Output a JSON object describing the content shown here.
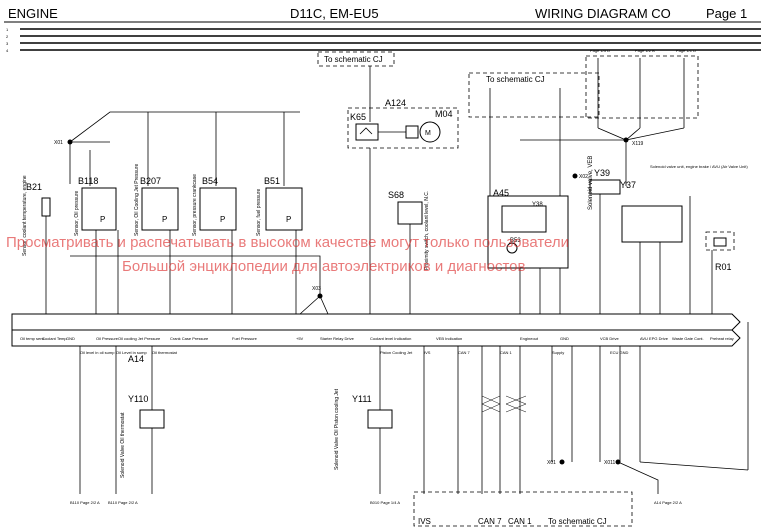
{
  "header": {
    "system": "ENGINE",
    "model": "D11C, EM-EU5",
    "doc": "WIRING DIAGRAM CO",
    "page": "Page 1"
  },
  "rails": [
    "1",
    "2",
    "3",
    "4"
  ],
  "watermark": {
    "line1": "Просматривать и распечатывать в высоком качестве могут только пользователи",
    "line2": "Большой энциклопедии для автоэлектриков и диагностов"
  },
  "top_refs": {
    "schematic_left": "To schematic CJ",
    "schematic_right": "To schematic CJ",
    "schematic_bottom": "To schematic CJ",
    "page_refs": [
      "Page 1/3 D",
      "Page 1/2 B",
      "Page 1/1 D"
    ]
  },
  "components": {
    "k65": "K65",
    "a124": "A124",
    "m04": "M04",
    "s68": "S68",
    "a45": "A45",
    "y38": "Y38",
    "b53": "B53",
    "y39": "Y39",
    "y37": "Y37",
    "r01": "R01",
    "x01": "X01",
    "x02": "X02",
    "x03": "X03",
    "x119": "X119",
    "b21": "B21",
    "b118": "B118",
    "b207": "B207",
    "b54": "B54",
    "b51": "B51",
    "a14": "A14",
    "y110": "Y110",
    "y111": "Y111",
    "x011": "X011",
    "x01b": "X01"
  },
  "sensor_labels": {
    "b21": "Sensor, coolant temperature, engine",
    "b118": "Sensor, Oil pressure",
    "b207": "Sensor, Oil Cooling Jet Pressure",
    "b54": "Sensor, pressure crankcase",
    "b51": "Sensor, fuel pressure",
    "s68": "Proximity switch, coolant level, N.C.",
    "y38": "Solenoid valve, VEB",
    "y37": "Solenoid valve unit, engine brake / AVU (Air Valve Unit)",
    "y110": "Solenoid Valve Oil thermostat",
    "y111": "Solenoid Valve Oil Piston cooling Jet"
  },
  "ecu_pins": [
    "Oil temp sens",
    "Coolant Temp",
    "GND",
    "Oil Pressure",
    "Oil cooling Jet Pressure",
    "Crank Case Pressure",
    "Fuel Pressure",
    "+5V",
    "Starter Relay Drive",
    "Coolant level Indication",
    "VEB Indication",
    "Engineout",
    "GND",
    "VCB Drive",
    "AVU EPG Drive",
    "Waste Gate Cont.",
    "Preheat relay"
  ],
  "ecu_pins_lower": [
    "Oil level in oil sump",
    "Oil Level in sump",
    "Oil thermostat",
    "Piston Cooling Jet",
    "IVS",
    "CAN 7",
    "CAN 1",
    "Supply",
    "ECU GND"
  ],
  "bottom_labels": {
    "ivs": "IVS",
    "can7": "CAN 7",
    "can1": "CAN 1"
  },
  "bottom_refs": [
    "B110 Page 2/2 A",
    "B110 Page 2/2 A",
    "B010 Page 1/4 A",
    "A14 Page 2/2 A"
  ]
}
